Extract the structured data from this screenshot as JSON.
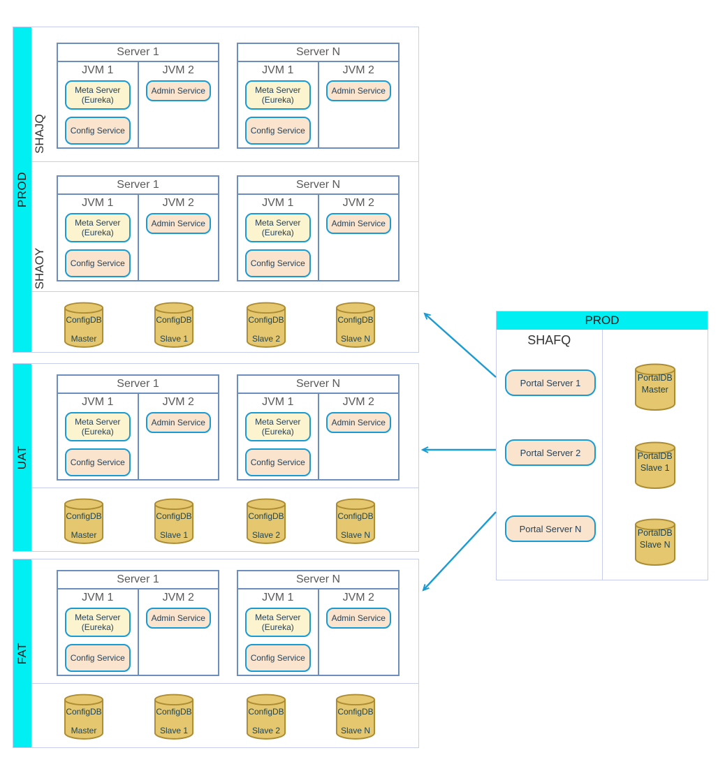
{
  "colors": {
    "env_bar_cyan": "#00eff2",
    "section_border": "#c7cdec",
    "server_border": "#6c8ebf",
    "service_border": "#169bd5",
    "meta_fill": "#fcf3cf",
    "service_fill": "#fae4cd",
    "db_fill": "#e5c76f",
    "db_border": "#ac8c33",
    "arrow": "#1b9bd2",
    "header_text_gray": "#595959"
  },
  "left_sections": [
    {
      "env_label": "PROD",
      "groups": [
        {
          "label": "SHAJQ",
          "servers": [
            {
              "title": "Server 1",
              "jvms": [
                {
                  "label": "JVM 1",
                  "services": [
                    {
                      "label": "Meta Server (Eureka)",
                      "fill": "yellow"
                    },
                    {
                      "label": "Config Service",
                      "fill": "peach"
                    }
                  ]
                },
                {
                  "label": "JVM 2",
                  "services": [
                    {
                      "label": "Admin Service",
                      "fill": "peach"
                    }
                  ]
                }
              ]
            },
            {
              "title": "Server N",
              "jvms": [
                {
                  "label": "JVM 1",
                  "services": [
                    {
                      "label": "Meta Server (Eureka)",
                      "fill": "yellow"
                    },
                    {
                      "label": "Config Service",
                      "fill": "peach"
                    }
                  ]
                },
                {
                  "label": "JVM 2",
                  "services": [
                    {
                      "label": "Admin Service",
                      "fill": "peach"
                    }
                  ]
                }
              ]
            }
          ]
        },
        {
          "label": "SHAOY",
          "servers": [
            {
              "title": "Server 1",
              "jvms": [
                {
                  "label": "JVM 1",
                  "services": [
                    {
                      "label": "Meta Server (Eureka)",
                      "fill": "yellow"
                    },
                    {
                      "label": "Config Service",
                      "fill": "peach"
                    }
                  ]
                },
                {
                  "label": "JVM 2",
                  "services": [
                    {
                      "label": "Admin Service",
                      "fill": "peach"
                    }
                  ]
                }
              ]
            },
            {
              "title": "Server N",
              "jvms": [
                {
                  "label": "JVM 1",
                  "services": [
                    {
                      "label": "Meta Server (Eureka)",
                      "fill": "yellow"
                    },
                    {
                      "label": "Config Service",
                      "fill": "peach"
                    }
                  ]
                },
                {
                  "label": "JVM 2",
                  "services": [
                    {
                      "label": "Admin Service",
                      "fill": "peach"
                    }
                  ]
                }
              ]
            }
          ]
        }
      ],
      "databases": [
        {
          "name": "ConfigDB",
          "role": "Master"
        },
        {
          "name": "ConfigDB",
          "role": "Slave 1"
        },
        {
          "name": "ConfigDB",
          "role": "Slave 2"
        },
        {
          "name": "ConfigDB",
          "role": "Slave N"
        }
      ]
    },
    {
      "env_label": "UAT",
      "groups": [
        {
          "label": "",
          "servers": [
            {
              "title": "Server 1",
              "jvms": [
                {
                  "label": "JVM 1",
                  "services": [
                    {
                      "label": "Meta Server (Eureka)",
                      "fill": "yellow"
                    },
                    {
                      "label": "Config Service",
                      "fill": "peach"
                    }
                  ]
                },
                {
                  "label": "JVM 2",
                  "services": [
                    {
                      "label": "Admin Service",
                      "fill": "peach"
                    }
                  ]
                }
              ]
            },
            {
              "title": "Server N",
              "jvms": [
                {
                  "label": "JVM 1",
                  "services": [
                    {
                      "label": "Meta Server (Eureka)",
                      "fill": "yellow"
                    },
                    {
                      "label": "Config Service",
                      "fill": "peach"
                    }
                  ]
                },
                {
                  "label": "JVM 2",
                  "services": [
                    {
                      "label": "Admin Service",
                      "fill": "peach"
                    }
                  ]
                }
              ]
            }
          ]
        }
      ],
      "databases": [
        {
          "name": "ConfigDB",
          "role": "Master"
        },
        {
          "name": "ConfigDB",
          "role": "Slave 1"
        },
        {
          "name": "ConfigDB",
          "role": "Slave 2"
        },
        {
          "name": "ConfigDB",
          "role": "Slave N"
        }
      ]
    },
    {
      "env_label": "FAT",
      "groups": [
        {
          "label": "",
          "servers": [
            {
              "title": "Server 1",
              "jvms": [
                {
                  "label": "JVM 1",
                  "services": [
                    {
                      "label": "Meta Server (Eureka)",
                      "fill": "yellow"
                    },
                    {
                      "label": "Config Service",
                      "fill": "peach"
                    }
                  ]
                },
                {
                  "label": "JVM 2",
                  "services": [
                    {
                      "label": "Admin Service",
                      "fill": "peach"
                    }
                  ]
                }
              ]
            },
            {
              "title": "Server N",
              "jvms": [
                {
                  "label": "JVM 1",
                  "services": [
                    {
                      "label": "Meta Server (Eureka)",
                      "fill": "yellow"
                    },
                    {
                      "label": "Config Service",
                      "fill": "peach"
                    }
                  ]
                },
                {
                  "label": "JVM 2",
                  "services": [
                    {
                      "label": "Admin Service",
                      "fill": "peach"
                    }
                  ]
                }
              ]
            }
          ]
        }
      ],
      "databases": [
        {
          "name": "ConfigDB",
          "role": "Master"
        },
        {
          "name": "ConfigDB",
          "role": "Slave 1"
        },
        {
          "name": "ConfigDB",
          "role": "Slave 2"
        },
        {
          "name": "ConfigDB",
          "role": "Slave N"
        }
      ]
    }
  ],
  "right_panel": {
    "header": "PROD",
    "cluster_label": "SHAFQ",
    "portal_servers": [
      "Portal Server 1",
      "Portal Server 2",
      "Portal Server N"
    ],
    "databases": [
      {
        "name": "PortalDB",
        "role": "Master"
      },
      {
        "name": "PortalDB",
        "role": "Slave 1"
      },
      {
        "name": "PortalDB",
        "role": "Slave N"
      }
    ]
  },
  "arrows": [
    {
      "from": "Portal Server 1",
      "to": "PROD"
    },
    {
      "from": "Portal Server 2",
      "to": "UAT"
    },
    {
      "from": "Portal Server N",
      "to": "FAT"
    }
  ]
}
